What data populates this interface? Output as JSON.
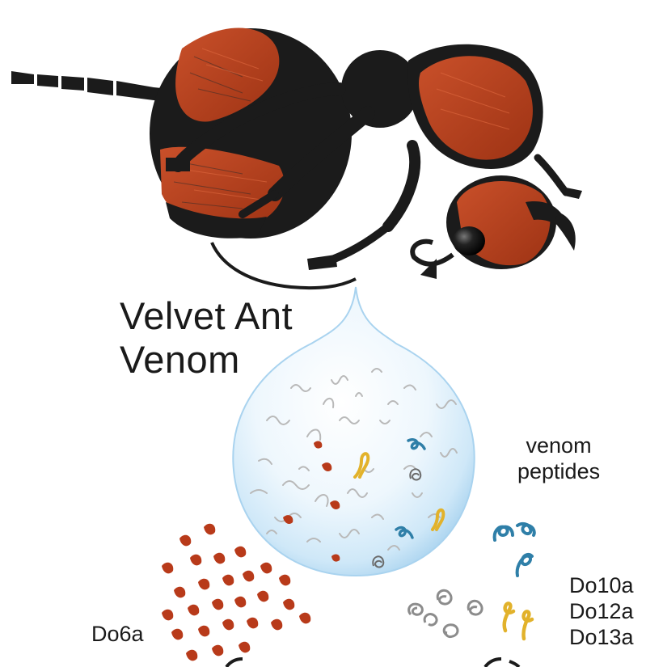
{
  "title": {
    "line1": "Velvet Ant",
    "line2": "Venom"
  },
  "labels": {
    "venom_peptides": [
      "venom",
      "peptides"
    ],
    "peptide_names": [
      "Do10a",
      "Do12a",
      "Do13a"
    ],
    "do6a": "Do6a"
  },
  "colors": {
    "ant_red": "#b8401c",
    "ant_black": "#1b1b1b",
    "drop_blue": "#bfe0f5",
    "peptide_red": "#b83a1a",
    "peptide_blue": "#2f7fa8",
    "peptide_gold": "#e2b22b",
    "peptide_gray": "#9a9a9a"
  }
}
